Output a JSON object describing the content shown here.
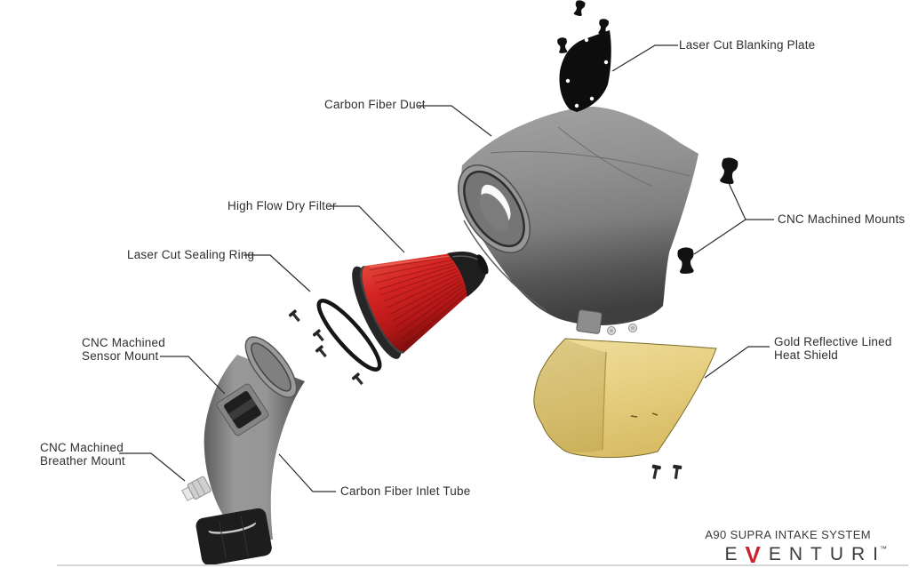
{
  "diagram": {
    "type": "exploded-parts-diagram",
    "labels": {
      "blanking_plate": "Laser Cut Blanking Plate",
      "carbon_fiber_duct": "Carbon Fiber Duct",
      "dry_filter": "High Flow Dry Filter",
      "sealing_ring": "Laser Cut Sealing Ring",
      "cnc_mounts": "CNC Machined Mounts",
      "heat_shield_line1": "Gold Reflective Lined",
      "heat_shield_line2": "Heat Shield",
      "sensor_mount_line1": "CNC Machined",
      "sensor_mount_line2": "Sensor Mount",
      "breather_mount_line1": "CNC Machined",
      "breather_mount_line2": "Breather Mount",
      "inlet_tube": "Carbon Fiber Inlet Tube"
    },
    "part_icons": [
      "blanking-plate-icon",
      "carbon-duct-icon",
      "dry-filter-icon",
      "sealing-ring-icon",
      "cnc-mount-icon",
      "heat-shield-icon",
      "sensor-mount-icon",
      "breather-mount-icon",
      "inlet-tube-icon"
    ]
  },
  "footer": {
    "product_title": "A90 SUPRA INTAKE SYSTEM",
    "brand_prefix": "E",
    "brand_v": "V",
    "brand_suffix": "ENTURI",
    "trademark": "™"
  },
  "colors": {
    "label_text": "#2e2e2e",
    "leader_line": "#2b2b2b",
    "filter_red": "#d42525",
    "brand_red": "#c8242b",
    "heat_shield_gold": "#e7d083",
    "duct_gray": "#8f9090",
    "brand_text": "#3b3b40",
    "divider_gray": "#d6d6d6"
  }
}
